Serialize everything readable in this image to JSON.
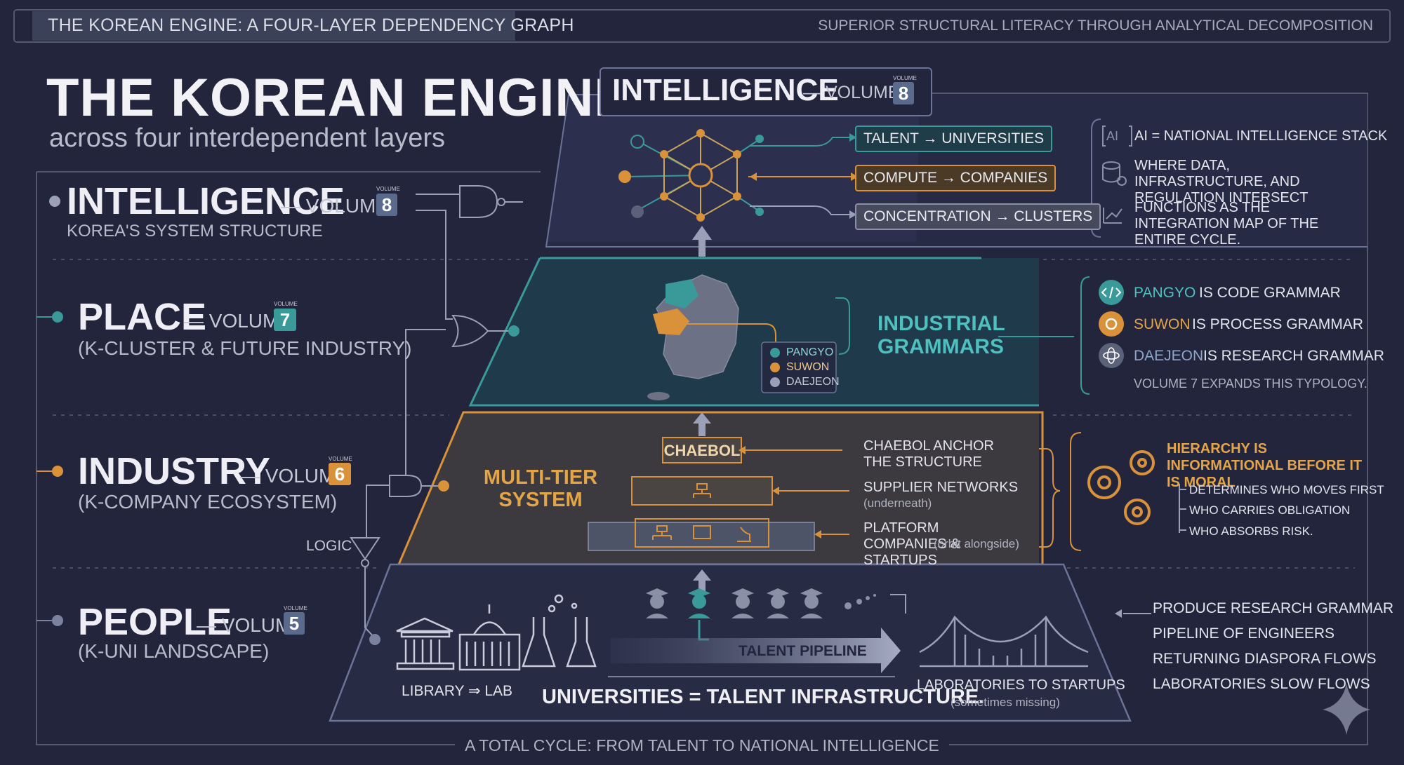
{
  "header": {
    "left_banner": "THE KOREAN ENGINE: A FOUR-LAYER DEPENDENCY GRAPH",
    "right_banner": "SUPERIOR STRUCTURAL LITERACY THROUGH ANALYTICAL DECOMPOSITION"
  },
  "title": "THE KOREAN ENGINE",
  "subtitle": "across four interdependent layers",
  "layers": [
    {
      "name": "INTELLIGENCE",
      "volume_label": "— VOLUME",
      "volume_tag": "VOLUME",
      "volume_number": "8",
      "description": "KOREA'S SYSTEM STRUCTURE",
      "color": "#5a6a8c"
    },
    {
      "name": "PLACE",
      "volume_label": "— VOLUME",
      "volume_tag": "VOLUME",
      "volume_number": "7",
      "description": "(K-CLUSTER & FUTURE INDUSTRY)",
      "color": "#3a9a9a"
    },
    {
      "name": "INDUSTRY",
      "volume_label": "— VOLUME",
      "volume_tag": "VOLUME",
      "volume_number": "6",
      "description": "(K-COMPANY ECOSYSTEM)",
      "color": "#d9923a"
    },
    {
      "name": "PEOPLE",
      "volume_label": "— VOLUME",
      "volume_tag": "VOLUME",
      "volume_number": "5",
      "description": "(K-UNI LANDSCAPE)",
      "color": "#5a6a8c"
    }
  ],
  "logic_label": "LOGIC",
  "intelligence_panel": {
    "title": "INTELLIGENCE",
    "volume_label": "— VOLUME",
    "volume_tag": "VOLUME",
    "volume_number": "8",
    "pills": [
      "TALENT → UNIVERSITIES",
      "COMPUTE → COMPANIES",
      "CONCENTRATION → CLUSTERS"
    ],
    "notes": [
      {
        "icon": "ai-icon",
        "icon_text": "AI",
        "text": "AI = NATIONAL INTELLIGENCE STACK"
      },
      {
        "icon": "database-icon",
        "text": "WHERE DATA, INFRASTRUCTURE, AND REGULATION INTERSECT"
      },
      {
        "icon": "chart-icon",
        "text": "FUNCTIONS AS THE INTEGRATION MAP OF THE ENTIRE CYCLE."
      }
    ]
  },
  "place_panel": {
    "legend": [
      "PANGYO",
      "SUWON",
      "DAEJEON"
    ],
    "heading": "INDUSTRIAL GRAMMARS",
    "grammars": [
      {
        "icon": "code-icon",
        "city": "PANGYO",
        "rest": "IS CODE GRAMMAR",
        "color": "#3a9a9a"
      },
      {
        "icon": "gears-icon",
        "city": "SUWON",
        "rest": "IS PROCESS GRAMMAR",
        "color": "#d9923a"
      },
      {
        "icon": "atom-icon",
        "city": "DAEJEON",
        "rest": "IS RESEARCH GRAMMAR",
        "color": "#5a6a8c"
      }
    ],
    "footnote": "VOLUME 7 EXPANDS THIS TYPOLOGY."
  },
  "industry_panel": {
    "system_label": "MULTI-TIER SYSTEM",
    "tier_top": "CHAEBOL",
    "annotations": [
      {
        "main": "CHAEBOL ANCHOR THE STRUCTURE",
        "sub": ""
      },
      {
        "main": "SUPPLIER NETWORKS",
        "sub": "(underneath)"
      },
      {
        "main": "PLATFORM COMPANIES & STARTUPS",
        "sub": "(orbit alongside)"
      }
    ],
    "hierarchy_heading": "HIERARCHY IS INFORMATIONAL BEFORE IT IS MORAL",
    "hierarchy_items": [
      "DETERMINES WHO MOVES FIRST",
      "WHO CARRIES OBLIGATION",
      "WHO ABSORBS RISK."
    ]
  },
  "people_panel": {
    "library_lab": "LIBRARY ⇒ LAB",
    "pipeline_label": "TALENT PIPELINE",
    "universities_line": "UNIVERSITIES = TALENT INFRASTRUCTURE.",
    "startups_main": "LABORATORIES TO STARTUPS",
    "startups_sub": "(sometimes missing)",
    "flows": [
      "PRODUCE RESEARCH GRAMMAR",
      "PIPELINE OF ENGINEERS",
      "RETURNING DIASPORA FLOWS",
      "LABORATORIES SLOW FLOWS"
    ]
  },
  "footer": "A TOTAL CYCLE: FROM TALENT TO NATIONAL INTELLIGENCE",
  "colors": {
    "background": "#23253d",
    "teal": "#3a9a9a",
    "gold": "#d9923a",
    "slate": "#5a6a8c",
    "text": "#e6e6ec"
  }
}
